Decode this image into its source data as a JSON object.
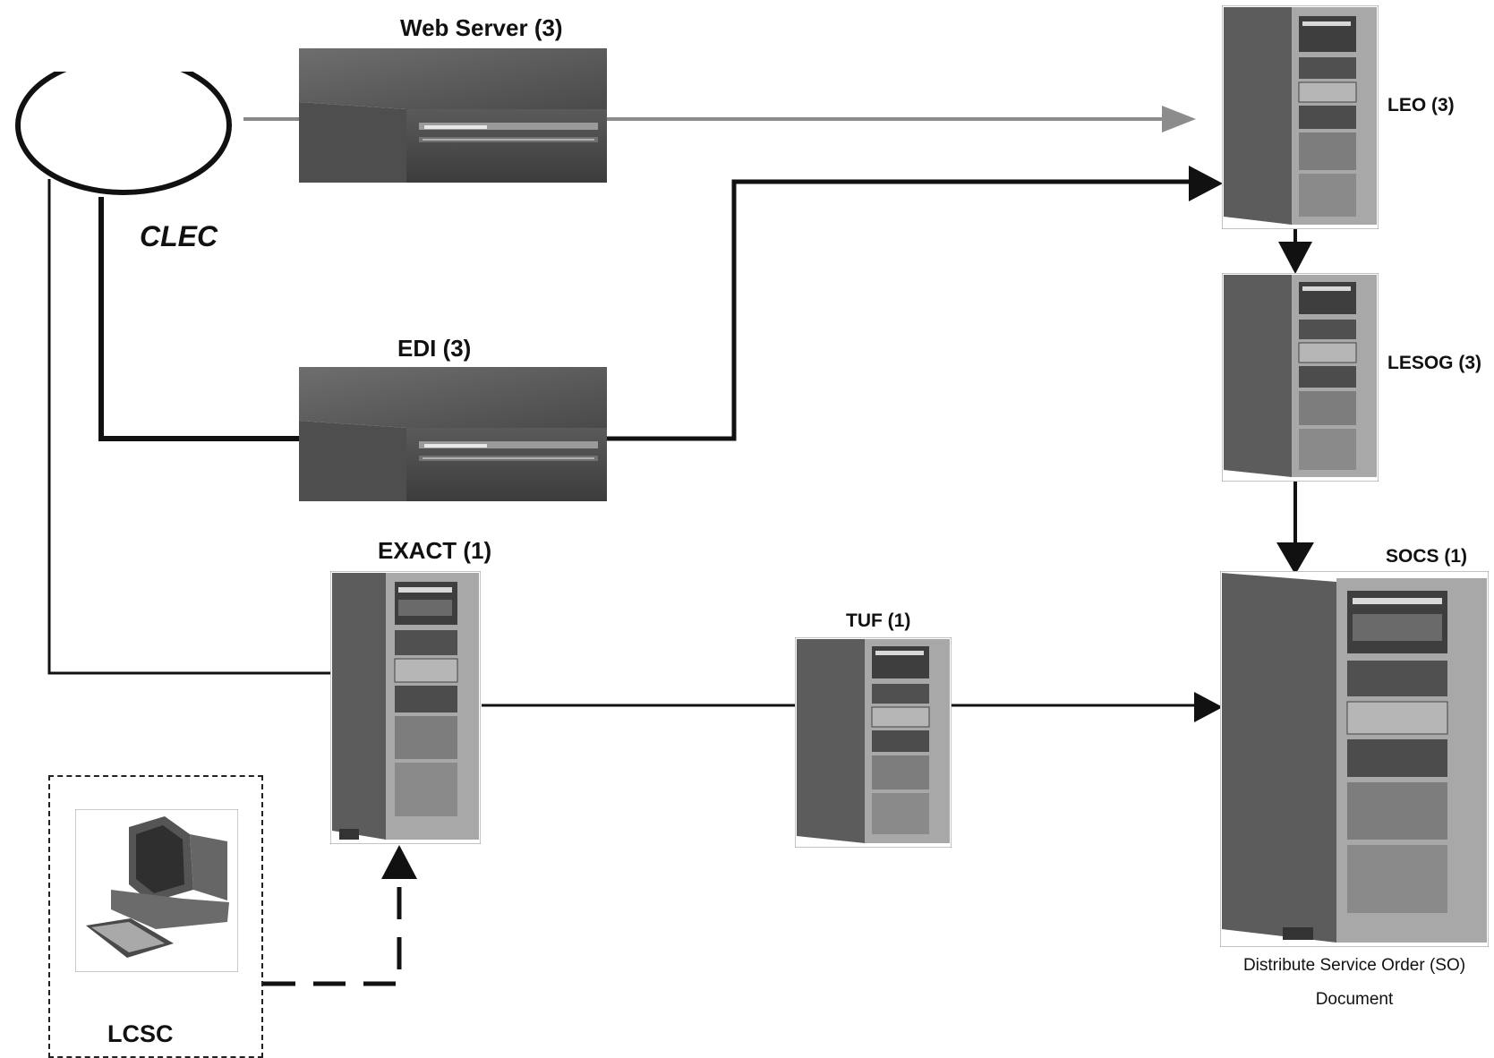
{
  "nodes": {
    "clec": "CLEC",
    "web_server": "Web Server (3)",
    "edi": "EDI (3)",
    "exact": "EXACT (1)",
    "tuf": "TUF (1)",
    "leo": "LEO (3)",
    "lesog": "LESOG (3)",
    "socs": "SOCS (1)",
    "lcsc": "LCSC"
  },
  "captions": {
    "socs_line1": "Distribute Service Order (SO)",
    "socs_line2": "Document"
  },
  "icons": {
    "flat_server": "desktop-server-icon",
    "tower_server": "tower-server-icon",
    "workstation": "computer-workstation-icon"
  }
}
